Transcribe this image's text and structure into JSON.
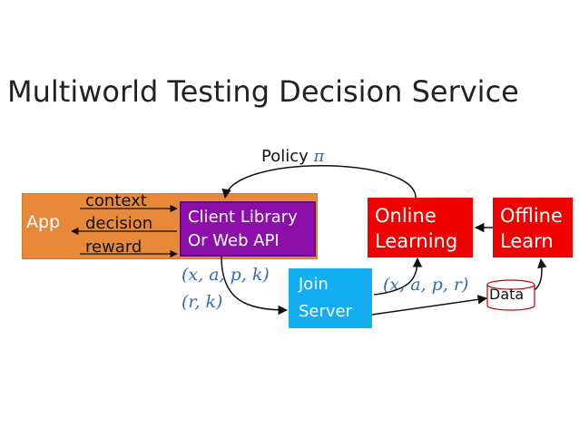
{
  "title": "Multiworld Testing Decision Service",
  "app": {
    "label": "App"
  },
  "signals": {
    "context": "context",
    "decision": "decision",
    "reward": "reward"
  },
  "client": {
    "line1": "Client Library",
    "line2": "Or Web API"
  },
  "policy": {
    "label": "Policy",
    "symbol": "π"
  },
  "online": {
    "line1": "Online",
    "line2": "Learning"
  },
  "offline": {
    "line1": "Offline",
    "line2": "Learn"
  },
  "join": {
    "line1": "Join",
    "line2": "Server"
  },
  "tuples": {
    "xapk": "(x, a, p, k)",
    "rk": "(r, k)",
    "xapr": "(x, a, p, r)"
  },
  "data": {
    "label": "Data"
  },
  "colors": {
    "app": "#E8893A",
    "client": "#8B0FA8",
    "learning": "#F00000",
    "join": "#12AEEF",
    "math": "#2E6DB4"
  }
}
